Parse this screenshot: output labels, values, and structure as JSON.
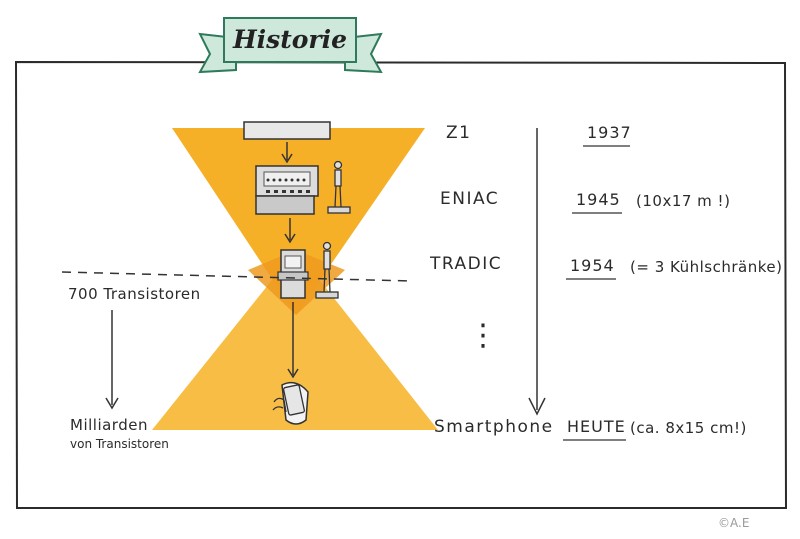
{
  "banner": {
    "title": "Historie"
  },
  "timeline": {
    "entries": [
      {
        "name": "Z1",
        "year": "1937",
        "note": ""
      },
      {
        "name": "ENIAC",
        "year": "1945",
        "note": "(10x17 m !)"
      },
      {
        "name": "TRADIC",
        "year": "1954",
        "note": "(= 3 Kühlschränke)"
      },
      {
        "name": "Smartphone",
        "year": "HEUTE",
        "note": "(ca. 8x15 cm!)"
      }
    ],
    "ellipsis": "⋮"
  },
  "transistors": {
    "top": "700 Transistoren",
    "bottom_line1": "Milliarden",
    "bottom_line2": "von Transistoren"
  },
  "copyright": "©A.E",
  "colors": {
    "banner_fill": "#cfe8dc",
    "banner_stroke": "#2e7a5a",
    "funnel_top": "#f5b027",
    "funnel_bottom": "#f7bd45",
    "funnel_overlap": "#ee9a20"
  }
}
